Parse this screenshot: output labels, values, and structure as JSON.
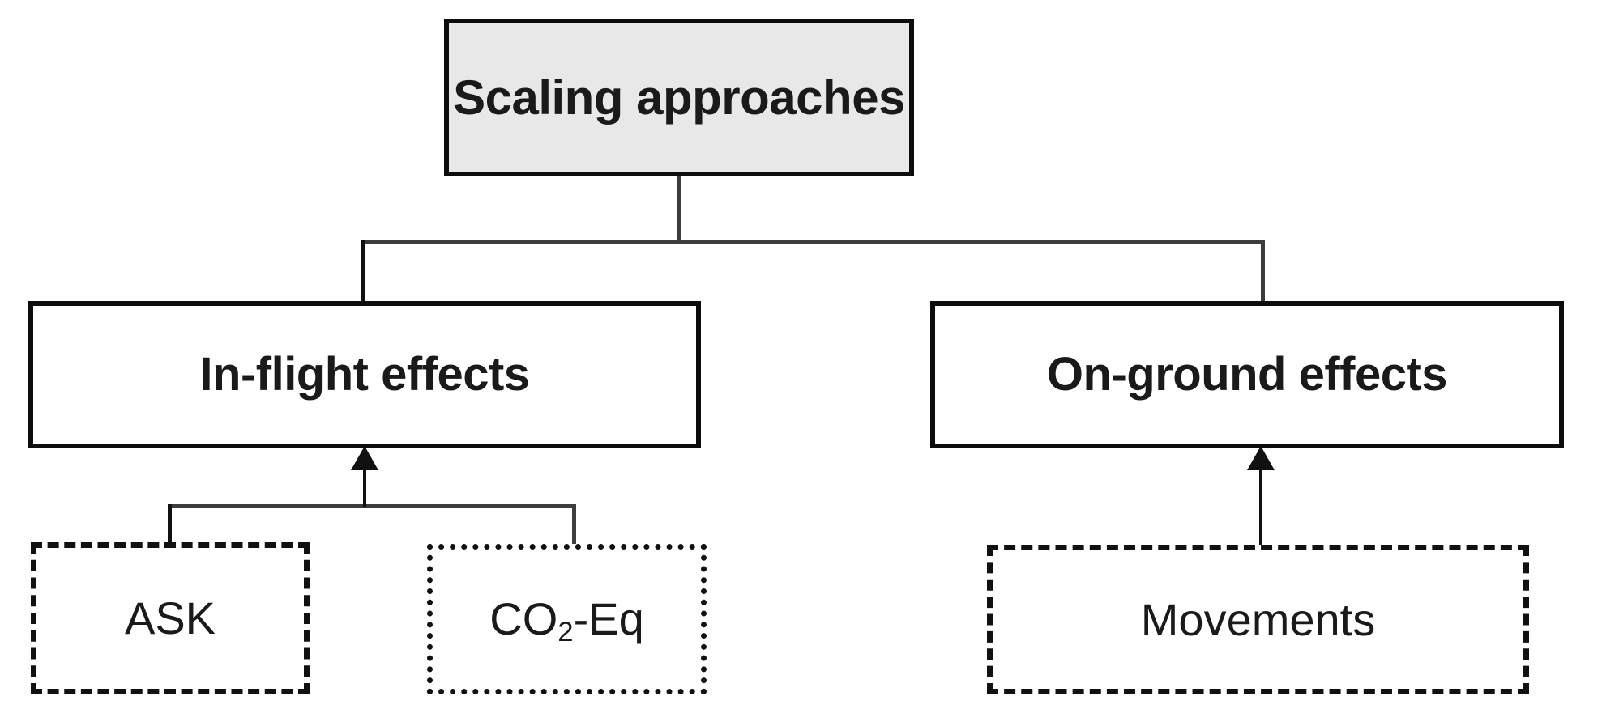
{
  "diagram": {
    "type": "hierarchy-tree",
    "title_node": {
      "label": "Scaling approaches",
      "style": "solid",
      "fill": "#e8e8e8",
      "border_color": "#0d0d0d"
    },
    "branches": [
      {
        "id": "in-flight-effects",
        "label": "In-flight effects",
        "style": "solid",
        "fill": "#ffffff",
        "border_color": "#0d0d0d"
      },
      {
        "id": "on-ground-effects",
        "label": "On-ground effects",
        "style": "solid",
        "fill": "#ffffff",
        "border_color": "#0d0d0d"
      }
    ],
    "leaves": [
      {
        "id": "ask",
        "label": "ASK",
        "label_plain": "ASK",
        "parent": "in-flight-effects",
        "style": "dashed",
        "fill": "#ffffff",
        "border_color": "#111111"
      },
      {
        "id": "co2-eq",
        "label_prefix": "CO",
        "label_sub": "2",
        "label_suffix": "-Eq",
        "label_plain": "CO2-Eq",
        "parent": "in-flight-effects",
        "style": "dotted",
        "fill": "#ffffff",
        "border_color": "#111111"
      },
      {
        "id": "movements",
        "label": "Movements",
        "label_plain": "Movements",
        "parent": "on-ground-effects",
        "style": "dashed",
        "fill": "#ffffff",
        "border_color": "#111111"
      }
    ],
    "connector_color": "#3d3d3d",
    "arrow_color": "#111111",
    "background": "#ffffff"
  }
}
